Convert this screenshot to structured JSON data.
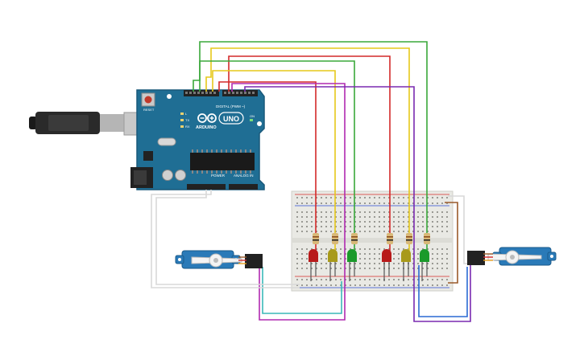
{
  "board": {
    "reset_label": "RESET",
    "digital_label": "DIGITAL (PWM ~)",
    "brand": "ARDUINO",
    "model": "UNO",
    "power_label": "POWER",
    "analog_label": "ANALOG IN",
    "tx_label": "TX",
    "rx_label": "RX",
    "l_label": "L",
    "on_label": "ON"
  },
  "colors": {
    "board": "#1f6e94",
    "board_edge": "#18587a",
    "breadboard": "#e9e9e4",
    "wire_red": "#d42a2a",
    "wire_yellow": "#e6c81a",
    "wire_green": "#3aa83a",
    "wire_magenta": "#b02ab0",
    "wire_cyan": "#3ab8b8",
    "wire_blue": "#2a6ad4",
    "wire_purple": "#7a2ab0",
    "wire_brown": "#9a5a2a",
    "wire_white": "#d8d8d8",
    "led_red": "#b81a1a",
    "led_yellow": "#a89a1a",
    "led_green": "#1a9a2a",
    "servo": "#2a7ab8"
  },
  "components": {
    "leds": [
      "red",
      "yellow",
      "green",
      "red",
      "yellow",
      "green"
    ],
    "servos": 2,
    "resistors": 6
  }
}
